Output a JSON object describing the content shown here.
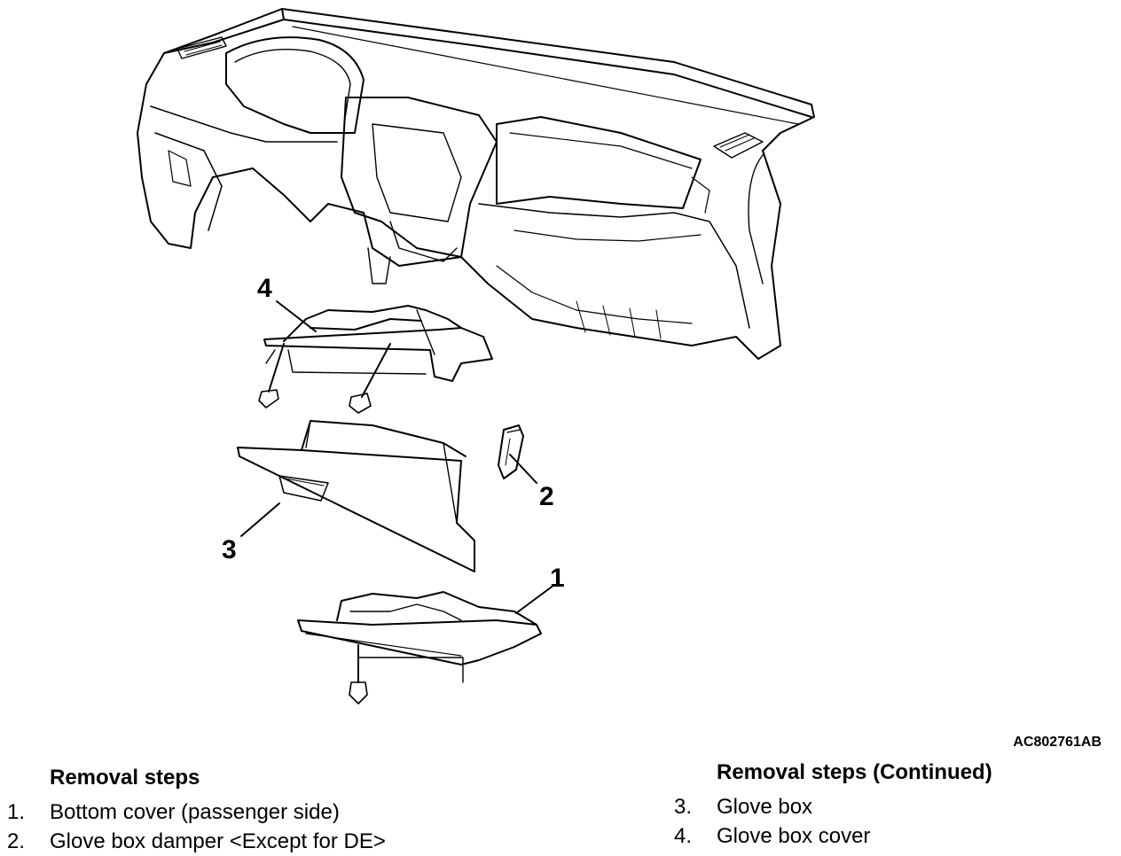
{
  "figure": {
    "code": "AC802761AB",
    "callouts": [
      "1",
      "2",
      "3",
      "4"
    ]
  },
  "steps_left": {
    "heading": "Removal steps",
    "items": [
      {
        "num": "1.",
        "text": "Bottom cover (passenger side)"
      },
      {
        "num": "2.",
        "text": "Glove box damper <Except for DE>"
      }
    ]
  },
  "steps_right": {
    "heading": "Removal steps (Continued)",
    "items": [
      {
        "num": "3.",
        "text": "Glove box"
      },
      {
        "num": "4.",
        "text": "Glove box cover"
      }
    ]
  }
}
